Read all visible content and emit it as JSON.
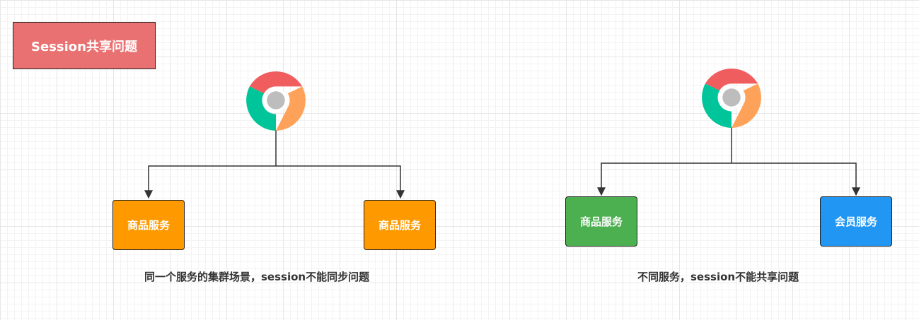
{
  "title": "Session共享问题",
  "left": {
    "service_a": "商品服务",
    "service_b": "商品服务",
    "caption": "同一个服务的集群场景，session不能同步问题"
  },
  "right": {
    "service_a": "商品服务",
    "service_b": "会员服务",
    "caption": "不同服务，session不能共享问题"
  },
  "colors": {
    "title_bg": "#ea7171",
    "orange": "#ff9900",
    "green": "#4caf50",
    "blue": "#2196f3",
    "chrome_red": "#f05d5e",
    "chrome_green": "#00c49a",
    "chrome_orange": "#ffa259",
    "chrome_center": "#bdbdbd"
  },
  "icons": [
    "chrome-browser-icon",
    "chrome-browser-icon"
  ]
}
